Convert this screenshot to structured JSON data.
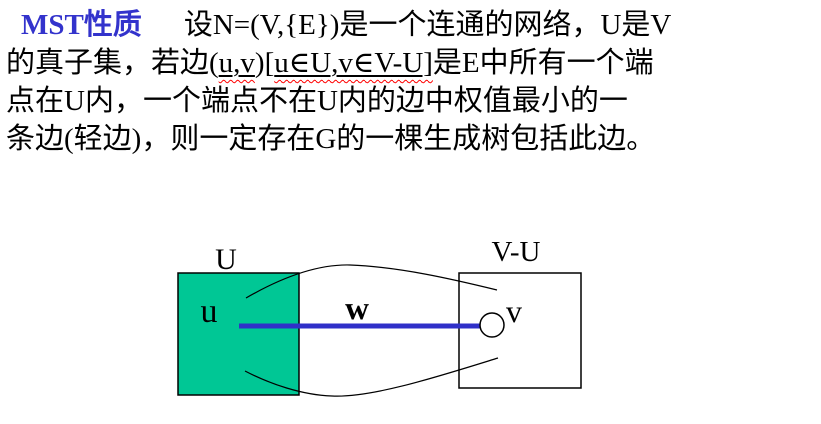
{
  "colors": {
    "title_blue": "#3333cc",
    "edge_blue": "#3030c8",
    "set_green": "#00c795",
    "squiggle_red": "#ff0000"
  },
  "paragraph": {
    "title": "MST性质",
    "line1_rest": "设N=(V,{E})是一个连通的网络，U是V",
    "line2_pre": "的真子集，若边(",
    "line2_term1": "u,v",
    "line2_mid": ")[",
    "line2_term2": "u∈U,v∈V-U]",
    "line2_post": "是E中所有一个端",
    "line3": "点在U内，一个端点不在U内的边中权值最小的一",
    "line4": "条边(轻边)，则一定存在G的一棵生成树包括此边。"
  },
  "diagram": {
    "left_set_label": "U",
    "right_set_label": "V-U",
    "u_vertex_label": "u",
    "v_vertex_label": "v",
    "weight_label": "w"
  }
}
